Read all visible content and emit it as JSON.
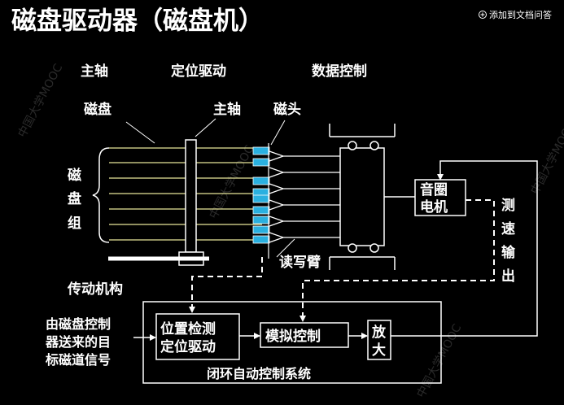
{
  "title": "磁盘驱动器（磁盘机）",
  "add_to_doc_button": "添加到文档问答",
  "watermark": "中国大学MOOC",
  "labels": {
    "spindle_top": "主轴",
    "positioning_drive_top": "定位驱动",
    "data_control": "数据控制",
    "disk": "磁盘",
    "spindle": "主轴",
    "head": "磁头",
    "disk_group_1": "磁",
    "disk_group_2": "盘",
    "disk_group_3": "组",
    "voice_coil_motor_1": "音圈",
    "voice_coil_motor_2": "电机",
    "speed_output_1": "测",
    "speed_output_2": "速",
    "speed_output_3": "输",
    "speed_output_4": "出",
    "read_write_arm": "读写臂",
    "transmission": "传动机构",
    "from_controller_1": "由磁盘控制",
    "from_controller_2": "器送来的目",
    "from_controller_3": "标磁道信号",
    "position_detect_1": "位置检测",
    "position_detect_2": "定位驱动",
    "analog_control": "模拟控制",
    "amplify_1": "放",
    "amplify_2": "大",
    "closed_loop": "闭环自动控制系统"
  },
  "colors": {
    "background": "#000000",
    "platter_lines": "#e8e69a",
    "head_blocks": "#2ab0e0",
    "strokes": "#ffffff"
  }
}
